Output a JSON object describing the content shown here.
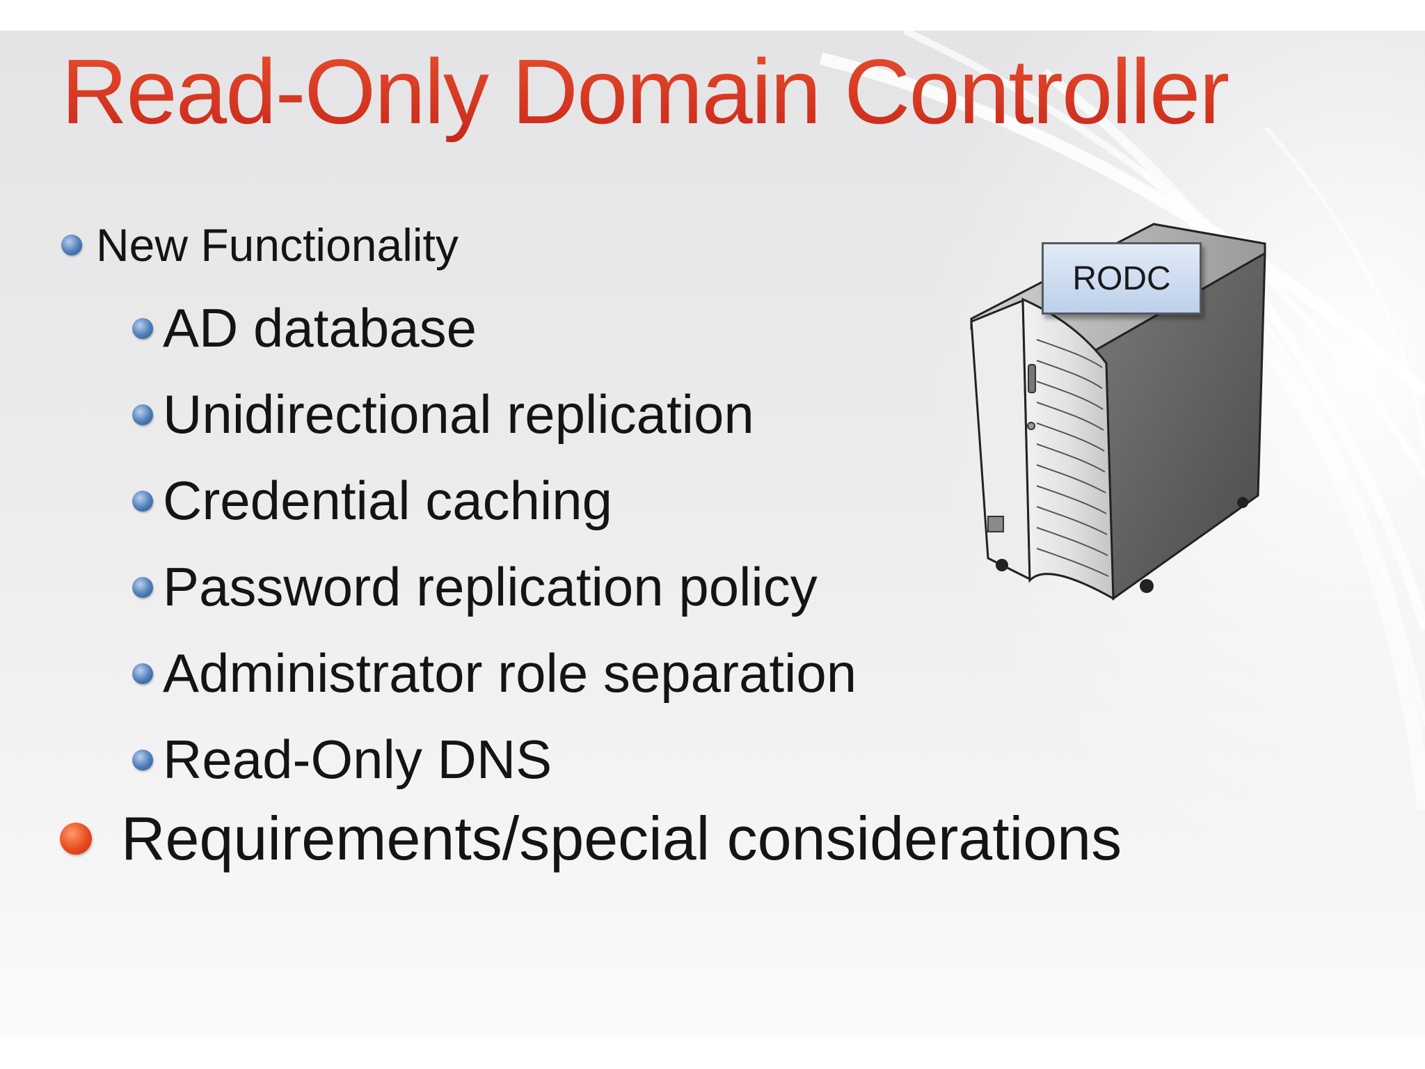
{
  "slide": {
    "title": "Read-Only Domain Controller",
    "bullets": [
      {
        "text": "New Functionality",
        "level": 1,
        "bullet": "blue"
      },
      {
        "text": "AD database",
        "level": 2,
        "bullet": "blue"
      },
      {
        "text": "Unidirectional replication",
        "level": 2,
        "bullet": "blue"
      },
      {
        "text": "Credential caching",
        "level": 2,
        "bullet": "blue"
      },
      {
        "text": "Password replication policy",
        "level": 2,
        "bullet": "blue"
      },
      {
        "text": "Administrator role separation",
        "level": 2,
        "bullet": "blue"
      },
      {
        "text": "Read-Only DNS",
        "level": 2,
        "bullet": "blue"
      },
      {
        "text": "Requirements/special considerations",
        "level": 1,
        "bullet": "red"
      }
    ],
    "server_label": "RODC"
  },
  "colors": {
    "title": "#d23a1c",
    "bullet_blue": "#4d7cb8",
    "bullet_red": "#e84a1e",
    "text": "#141414"
  },
  "icons": [
    "server-icon",
    "bullet-dot-icon"
  ]
}
